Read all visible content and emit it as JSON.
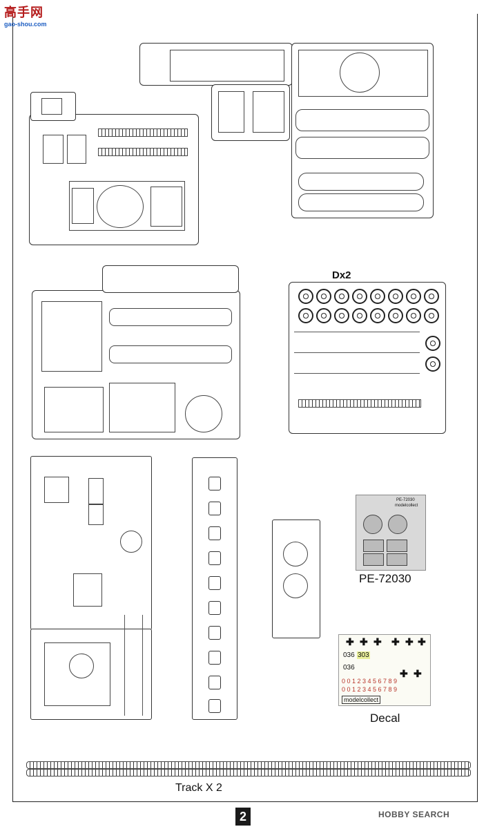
{
  "watermark": {
    "site_top": "高手网",
    "site_url": "gao-shou.com"
  },
  "labels": {
    "wheel_sprue": "Dx2",
    "photo_etch": "PE-72030",
    "decal": "Decal",
    "track": "Track X 2"
  },
  "page": {
    "number": "2"
  },
  "footer": {
    "source": "HOBBY SEARCH"
  },
  "decal_sheet": {
    "numbers_row1": "036",
    "numbers_row2": "036",
    "highlight": "303",
    "digits_red": "0 0 1 2 3 4 5 6 7 8 9",
    "digits_dark": "0 0 1 2 3 4 5 6 7 8 9",
    "brand": "modelcollect"
  },
  "pe_sheet": {
    "code": "PE-72030",
    "brand": "modelcollect"
  }
}
